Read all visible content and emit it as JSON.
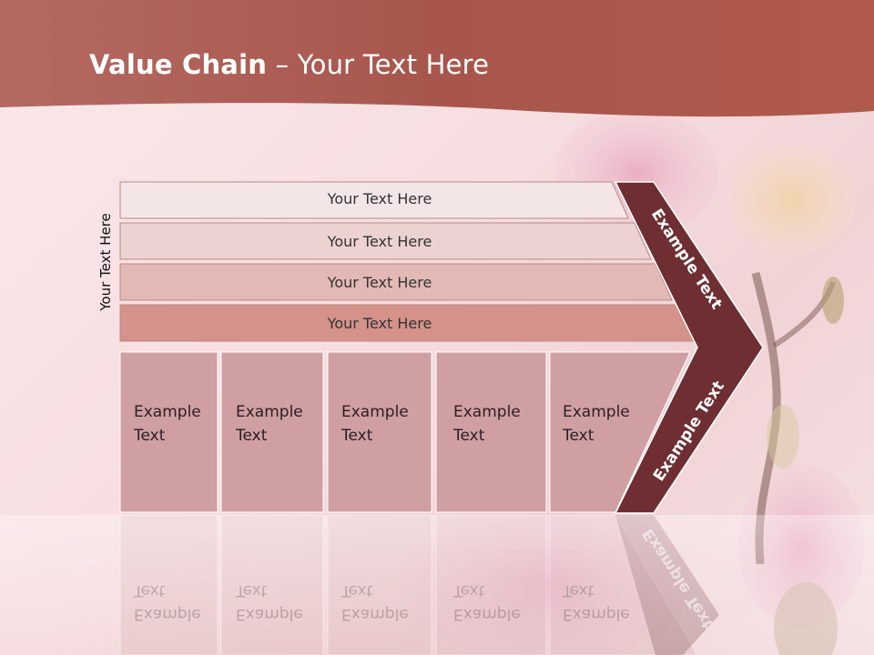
{
  "slide": {
    "title_bold": "Value Chain",
    "title_rest": " – Your Text Here",
    "side_label": "Your Text Here"
  },
  "bars": [
    {
      "label": "Your Text Here",
      "color": "#f4e6e6"
    },
    {
      "label": "Your Text Here",
      "color": "#ecd2d0"
    },
    {
      "label": "Your Text Here",
      "color": "#e2b9b4"
    },
    {
      "label": "Your Text Here",
      "color": "#d4928a"
    }
  ],
  "boxes": [
    {
      "line1": "Example",
      "line2": "Text"
    },
    {
      "line1": "Example",
      "line2": "Text"
    },
    {
      "line1": "Example",
      "line2": "Text"
    },
    {
      "line1": "Example",
      "line2": "Text"
    },
    {
      "line1": "Example",
      "line2": "Text"
    }
  ],
  "arrow": {
    "upper_label": "Example Text",
    "lower_label": "Example Text",
    "color": "#6e2e32"
  },
  "colors": {
    "header": "#a8564c",
    "box_fill": "#d09fa2"
  }
}
